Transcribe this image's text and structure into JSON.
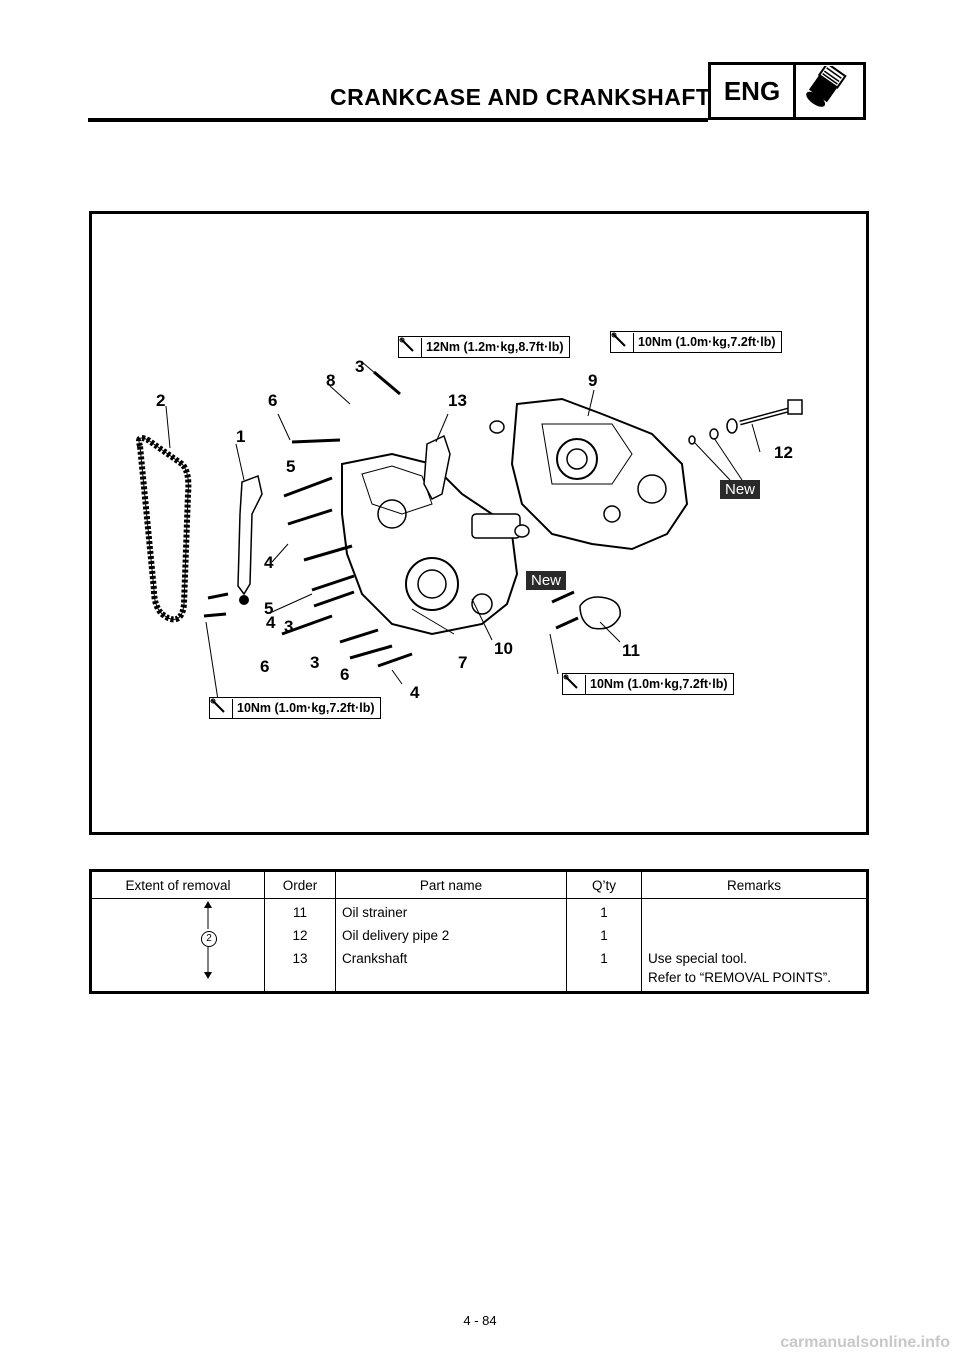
{
  "header": {
    "title": "CRANKCASE AND CRANKSHAFT",
    "section_label": "ENG",
    "section_icon": "engine-piston-icon"
  },
  "figure": {
    "callouts": [
      "2",
      "6",
      "8",
      "3",
      "13",
      "9",
      "1",
      "5",
      "12",
      "4",
      "5",
      "4",
      "3",
      "6",
      "3",
      "6",
      "7",
      "10",
      "11",
      "4"
    ],
    "torque_specs": {
      "top_center": "12Nm (1.2m·kg,8.7ft·lb)",
      "top_right": "10Nm (1.0m·kg,7.2ft·lb)",
      "bottom_left": "10Nm (1.0m·kg,7.2ft·lb)",
      "bottom_right": "10Nm (1.0m·kg,7.2ft·lb)"
    },
    "new_labels": [
      "New",
      "New"
    ]
  },
  "table": {
    "headers": [
      "Extent of removal",
      "Order",
      "Part name",
      "Q’ty",
      "Remarks"
    ],
    "extent_marker": "2",
    "rows": [
      {
        "order": "11",
        "part": "Oil strainer",
        "qty": "1",
        "remarks": ""
      },
      {
        "order": "12",
        "part": "Oil delivery pipe 2",
        "qty": "1",
        "remarks": ""
      },
      {
        "order": "13",
        "part": "Crankshaft",
        "qty": "1",
        "remarks": "Use special tool."
      },
      {
        "order": "",
        "part": "",
        "qty": "",
        "remarks": "Refer to “REMOVAL POINTS”."
      }
    ]
  },
  "footer": {
    "page_number": "4 - 84",
    "watermark": "carmanualsonline.info"
  }
}
